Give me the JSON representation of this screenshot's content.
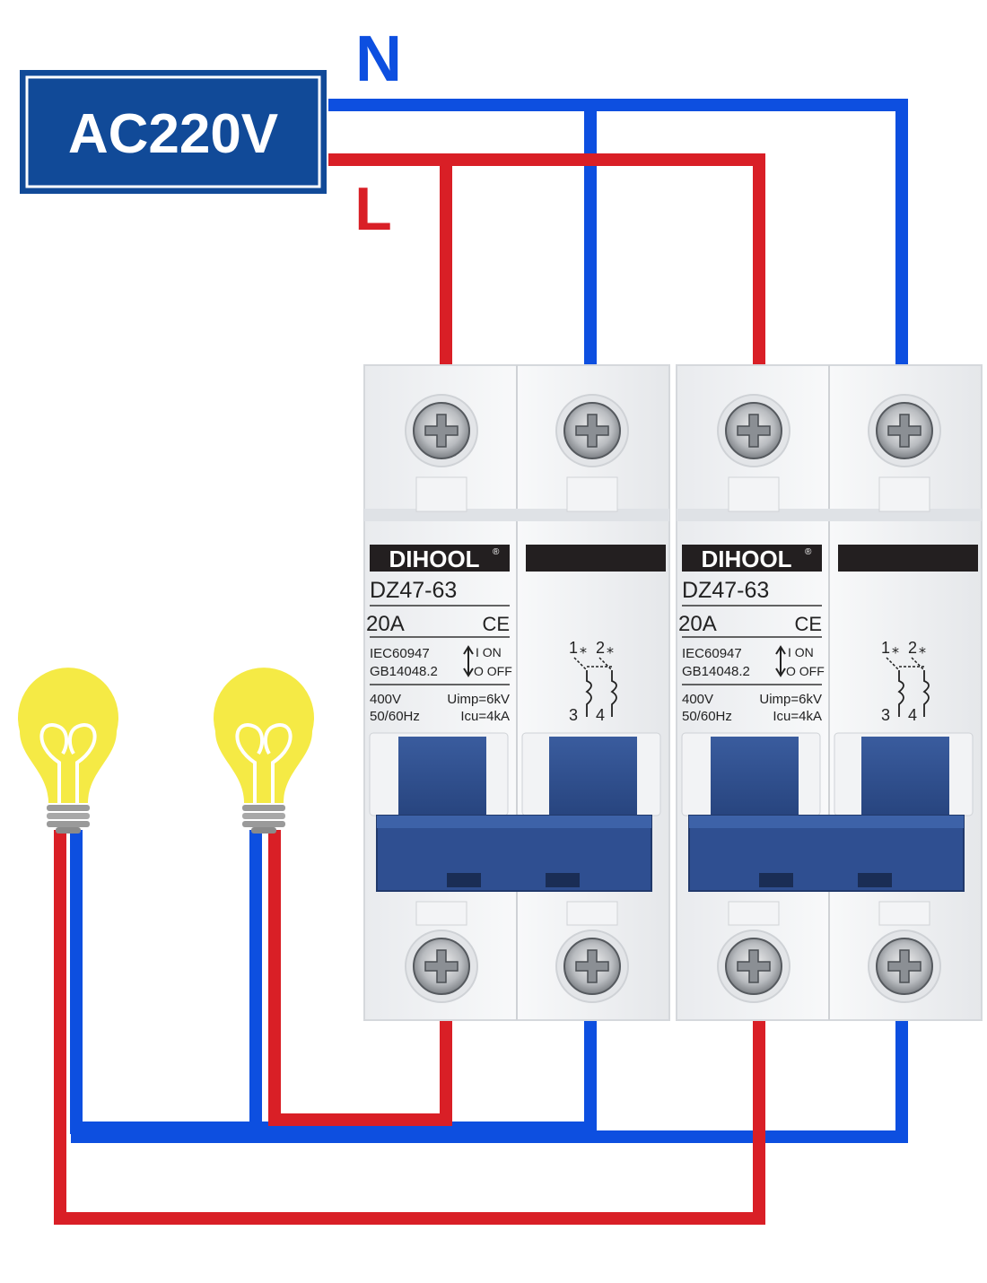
{
  "source": {
    "label": "AC220V",
    "neutral_label": "N",
    "line_label": "L"
  },
  "colors": {
    "neutral": "#0d4fe0",
    "line": "#d91f26",
    "source_box": "#114a98",
    "handle": "#2f4f91",
    "bulb": "#f5ea45"
  },
  "breakers": [
    {
      "brand": "DIHOOL",
      "registered": "®",
      "model": "DZ47-63",
      "rating": "20A",
      "ce": "CE",
      "std1": "IEC60947",
      "std2": "GB14048.2",
      "on": "I  ON",
      "off": "O OFF",
      "voltage": "400V",
      "freq": "50/60Hz",
      "uimp": "Uimp=6kV",
      "icu": "Icu=4kA",
      "term_top": "1",
      "term_top2": "2",
      "term_bot": "3",
      "term_bot2": "4"
    },
    {
      "brand": "DIHOOL",
      "registered": "®",
      "model": "DZ47-63",
      "rating": "20A",
      "ce": "CE",
      "std1": "IEC60947",
      "std2": "GB14048.2",
      "on": "I  ON",
      "off": "O OFF",
      "voltage": "400V",
      "freq": "50/60Hz",
      "uimp": "Uimp=6kV",
      "icu": "Icu=4kA",
      "term_top": "1",
      "term_top2": "2",
      "term_bot": "3",
      "term_bot2": "4"
    }
  ]
}
